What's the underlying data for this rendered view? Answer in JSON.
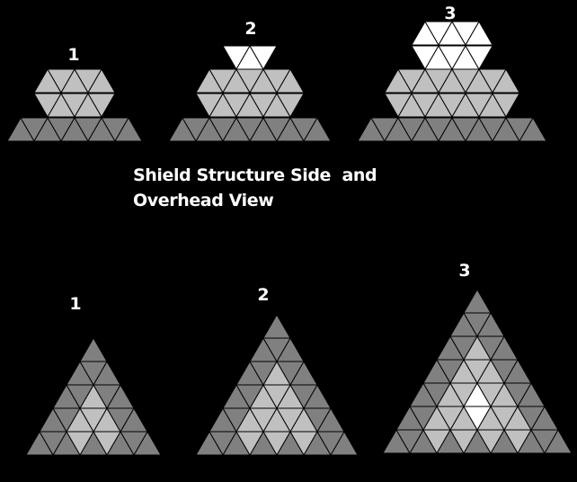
{
  "caption": {
    "line1": "Shield Structure Side  and",
    "line2": "Overhead View"
  },
  "side_view": {
    "labels": [
      "1",
      "2",
      "3"
    ]
  },
  "overhead_view": {
    "labels": [
      "1",
      "2",
      "3"
    ]
  },
  "colors": {
    "background": "#000000",
    "dark": "#808080",
    "light": "#c0c0c0",
    "white": "#ffffff",
    "grid": "#000000"
  }
}
